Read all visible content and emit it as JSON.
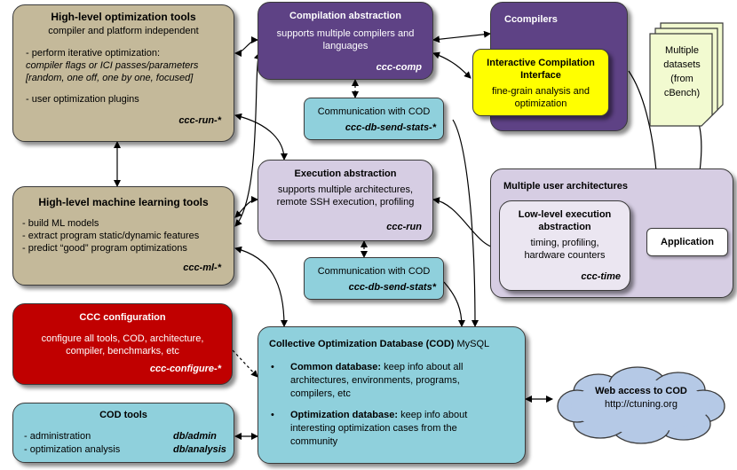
{
  "hl_opt": {
    "title": "High-level optimization tools",
    "subtitle": "compiler and platform independent",
    "line1": "- perform iterative optimization:",
    "line2": "compiler flags or ICI passes/parameters",
    "line3": "[random, one off, one by one, focused]",
    "line4": "- user optimization plugins",
    "tag": "ccc-run-*"
  },
  "hl_ml": {
    "title": "High-level machine learning tools",
    "items": [
      "- build ML models",
      "- extract program static/dynamic features",
      "- predict “good” program optimizations"
    ],
    "tag": "ccc-ml-*"
  },
  "ccc_config": {
    "title": "CCC configuration",
    "line1": "configure all tools, COD, architecture,",
    "line2": "compiler, benchmarks, etc",
    "tag": "ccc-configure-*"
  },
  "cod_tools": {
    "title": "COD tools",
    "row1_label": "- administration",
    "row1_tag": "db/admin",
    "row2_label": "- optimization analysis",
    "row2_tag": "db/analysis"
  },
  "comp_abs": {
    "title": "Compilation abstraction",
    "line1": "supports multiple compilers and",
    "line2": "languages",
    "tag": "ccc-comp"
  },
  "comm_top": {
    "title": "Communication with COD",
    "tag": "ccc-db-send-stats-*"
  },
  "exec_abs": {
    "title": "Execution abstraction",
    "line1": "supports multiple architectures,",
    "line2": "remote SSH execution, profiling",
    "tag": "ccc-run"
  },
  "comm_mid": {
    "title": "Communication with COD",
    "tag": "ccc-db-send-stats*"
  },
  "ccompilers": {
    "title": "Ccompilers"
  },
  "ici": {
    "title1": "Interactive Compilation",
    "title2": "Interface",
    "line1": "fine-grain analysis and",
    "line2": "optimization"
  },
  "datasets": {
    "lines": [
      "Multiple",
      "datasets",
      "(from",
      "cBench)"
    ]
  },
  "arch": {
    "title": "Multiple user architectures"
  },
  "lowlevel": {
    "title1": "Low-level execution",
    "title2": "abstraction",
    "line1": "timing, profiling,",
    "line2": "hardware counters",
    "tag": "ccc-time"
  },
  "application": {
    "label": "Application"
  },
  "cod": {
    "title": "Collective Optimization Database (COD)",
    "title_suffix": " MySQL",
    "b1_bold": "Common database:",
    "b1_text": " keep info about all",
    "b1_l2": "architectures, environments, programs,",
    "b1_l3": "compilers, etc",
    "b2_bold": "Optimization database:",
    "b2_text": "  keep info about",
    "b2_l2": "interesting optimization cases from the",
    "b2_l3": "community"
  },
  "web": {
    "title": "Web access to COD",
    "url": "http://ctuning.org"
  },
  "colors": {
    "tan": "#c4b99a",
    "purple_dark": "#5e4285",
    "purple_light": "#d6cde3",
    "cyan": "#8fd0dc",
    "red": "#c00000",
    "yellow": "#ffff00",
    "green_light": "#f2fad0",
    "cloud": "#b5c9e6"
  }
}
